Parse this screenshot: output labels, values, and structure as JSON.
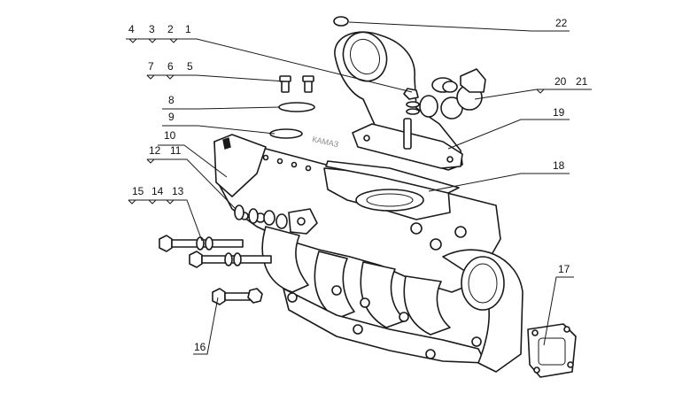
{
  "diagram": {
    "callouts": [
      "1",
      "2",
      "3",
      "4",
      "5",
      "6",
      "7",
      "8",
      "9",
      "10",
      "11",
      "12",
      "13",
      "14",
      "15",
      "16",
      "17",
      "18",
      "19",
      "20",
      "21",
      "22"
    ],
    "watermark": "КАМАЗ"
  },
  "colors": {
    "line": "#1a1a1a",
    "background": "#ffffff",
    "watermark": "#888888"
  }
}
